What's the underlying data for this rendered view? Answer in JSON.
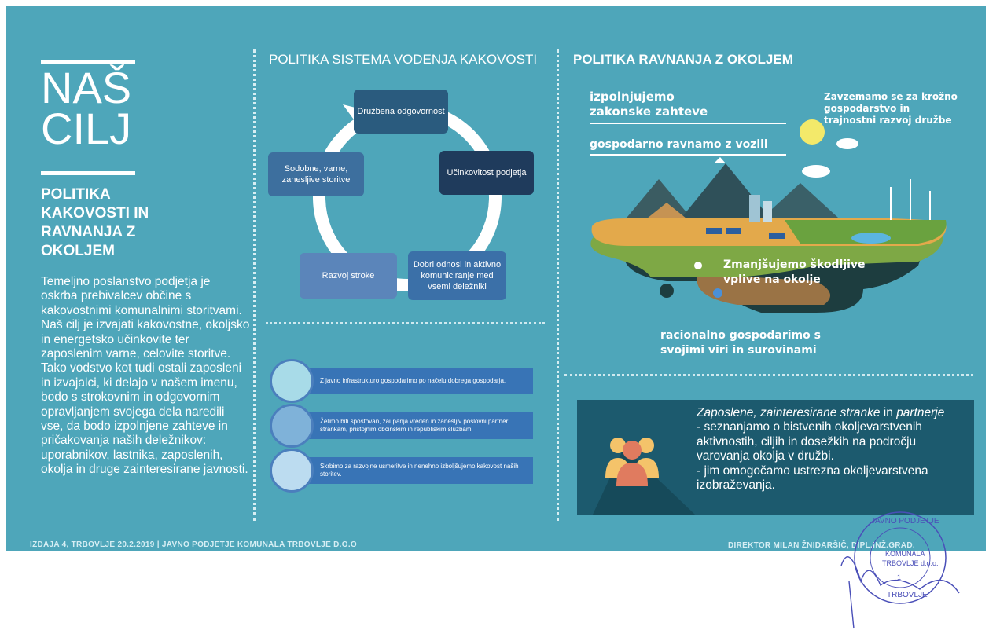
{
  "left": {
    "title_line1": "NAŠ",
    "title_line2": "CILJ",
    "subtitle_lines": [
      "POLITIKA",
      "KAKOVOSTI IN",
      "RAVNANJA Z",
      "OKOLJEM"
    ],
    "intro_text": "Temeljno poslanstvo podjetja je oskrba prebivalcev občine s kakovostnimi komunalnimi storitvami. Naš cilj je izvajati kakovostne, okoljsko in energetsko učinkovite ter zaposlenim varne, celovite storitve. Tako vodstvo kot tudi ostali zaposleni in izvajalci, ki delajo v našem imenu, bodo s strokovnim in odgovornim opravljanjem svojega dela naredili vse, da bodo izpolnjene zahteve in pričakovanja naših deležnikov: uporabnikov, lastnika, zaposlenih, okolja in druge zainteresirane javnosti."
  },
  "quality": {
    "title": "POLITIKA SISTEMA VODENJA KAKOVOSTI",
    "cycle": [
      {
        "label": "Družbena odgovornost",
        "color": "#2a5b7e"
      },
      {
        "label": "Učinkovitost podjetja",
        "color": "#1f3b5c"
      },
      {
        "label": "Dobri odnosi in aktivno komuniciranje med vsemi deležniki",
        "color": "#3b70a8"
      },
      {
        "label": "Razvoj stroke",
        "color": "#5b85ba"
      },
      {
        "label": "Sodobne, varne, zanesljive storitve",
        "color": "#3d6f9e"
      }
    ],
    "statements": [
      "Z javno infrastrukturo gospodarimo po načelu dobrega gospodarja.",
      "Želimo biti spoštovan, zaupanja vreden in zanesljiv poslovni partner strankam, pristojnim občinskim in republiškim službam.",
      "Skrbimo za razvojne usmeritve in nenehno izboljšujemo kakovost naših storitev."
    ]
  },
  "environment": {
    "title": "POLITIKA RAVNANJA Z OKOLJEM",
    "t1_line1": "izpolnjujemo",
    "t1_line2": "zakonske zahteve",
    "t2": "gospodarno ravnamo z vozili",
    "t3_line1": "Zavzemamo se za krožno",
    "t3_line2": "gospodarstvo in",
    "t3_line3": "trajnostni razvoj družbe",
    "t4_line1": "Zmanjšujemo škodljive",
    "t4_line2": "vplive na okolje",
    "t5_line1": "racionalno gospodarimo s",
    "t5_line2": "svojimi viri in surovinami"
  },
  "stakeholders": {
    "heading_a": "Zaposlene, zainteresirane stranke",
    "heading_b": " in ",
    "heading_c": "partnerje",
    "line1": "- seznanjamo o bistvenih okoljevarstvenih aktivnostih, ciljih in dosežkih na področju varovanja okolja v družbi.",
    "line2": "- jim omogočamo ustrezna okoljevarstvena izobraževanja."
  },
  "footer": {
    "left": "IZDAJA 4, TRBOVLJE 20.2.2019 | JAVNO PODJETJE KOMUNALA TRBOVLJE D.O.O",
    "right": "DIREKTOR MILAN ŽNIDARŠIČ, DIPL.INŽ.GRAD."
  },
  "stamp": {
    "top": "JAVNO PODJETJE",
    "mid1": "KOMUNALA",
    "mid2": "TRBOVLJE d.o.o.",
    "bottom": "TRBOVLJE",
    "num": "1"
  },
  "colors": {
    "background": "#4ea6ba",
    "dark_panel": "#1c5a6e",
    "bar_blue": "#3874b6",
    "stamp_ink": "#4a4fb8"
  }
}
